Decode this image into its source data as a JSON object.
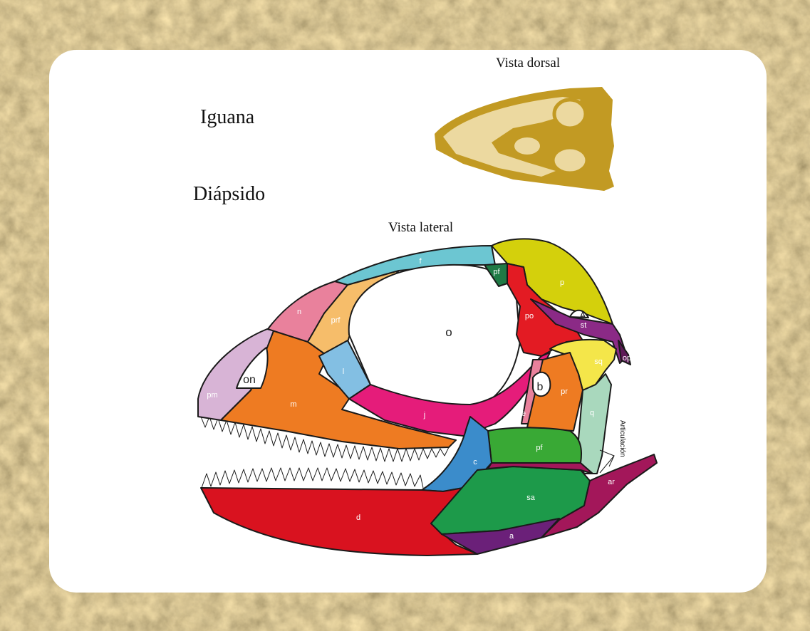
{
  "page": {
    "title_iguana": "Iguana",
    "title_diapsido": "Diápsido",
    "caption_dorsal": "Vista dorsal",
    "caption_lateral": "Vista lateral",
    "articulation_label": "Articulación"
  },
  "bones": {
    "f": "f",
    "pf_top": "pf",
    "p": "p",
    "n": "n",
    "prf": "prf",
    "o": "o",
    "po": "po",
    "A": "A",
    "st": "st",
    "on": "on",
    "sq": "sq",
    "op": "op",
    "l": "l",
    "b": "b",
    "pm": "pm",
    "m": "m",
    "pr": "pr",
    "e": "e",
    "q": "q",
    "j": "j",
    "pf_low": "pf",
    "c": "c",
    "ar": "ar",
    "sa": "sa",
    "d": "d",
    "a": "a"
  },
  "colors": {
    "background_texture": "#c9b78a",
    "card": "#ffffff",
    "frontal": "#6cc6d2",
    "postfrontal_top": "#1f7a45",
    "parietal": "#d4d00c",
    "nasal": "#e9819c",
    "prefrontal": "#f6bd6a",
    "postorbital": "#e31b23",
    "supratemporal": "#8b2a86",
    "squamosal": "#f4e64a",
    "opisthotic": "#5d1b57",
    "lacrimal": "#83bfe3",
    "premaxilla": "#d8b4d6",
    "maxilla": "#ee7b22",
    "prootic": "#ee7b22",
    "epipterygoid": "#e9819c",
    "quadrate": "#a9d8bd",
    "jugal": "#e51c7a",
    "pterygoid": "#39a935",
    "coronoid": "#3b8ccb",
    "articular": "#a3175a",
    "surangular": "#1d9a4a",
    "dentary": "#d9121f",
    "angular": "#6b2079",
    "dorsal_skull": "#c29a23",
    "dorsal_skull_light": "#ecd9a0"
  }
}
